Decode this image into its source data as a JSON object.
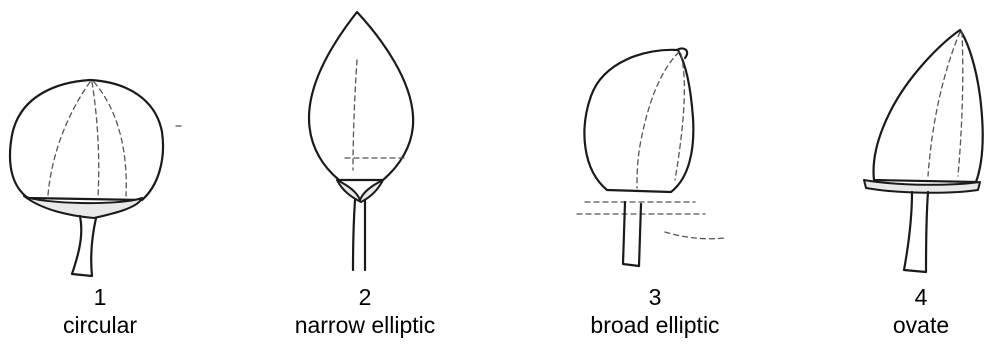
{
  "figure": {
    "panels": [
      {
        "number": "1",
        "label": "circular",
        "shape": "circular"
      },
      {
        "number": "2",
        "label": "narrow elliptic",
        "shape": "narrow-elliptic"
      },
      {
        "number": "3",
        "label": "broad elliptic",
        "shape": "broad-elliptic"
      },
      {
        "number": "4",
        "label": "ovate",
        "shape": "ovate"
      }
    ],
    "colors": {
      "ink": "#1a1a1a",
      "background": "#ffffff"
    }
  }
}
